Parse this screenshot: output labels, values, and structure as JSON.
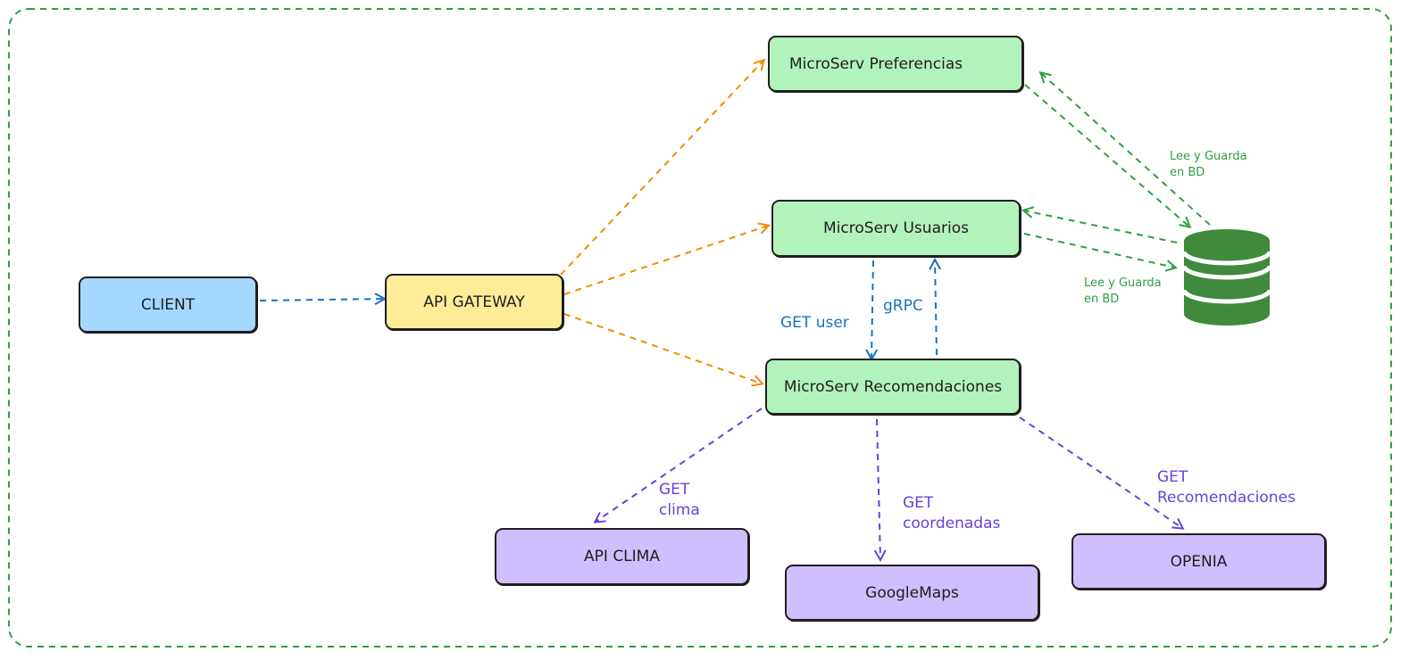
{
  "colors": {
    "boundary": "#2f9e44",
    "orange_edge": "#f08c00",
    "blue_edge": "#1971c2",
    "purple_edge": "#6741d9",
    "green_edge": "#2f9e44",
    "client_fill": "#a5d8ff",
    "gateway_fill": "#ffec99",
    "service_fill": "#b2f2bb",
    "external_fill": "#d0bfff",
    "database_fill": "#3f8a3c"
  },
  "nodes": {
    "client": "CLIENT",
    "gateway": "API GATEWAY",
    "preferencias": "MicroServ Preferencias",
    "usuarios": "MicroServ Usuarios",
    "recomendaciones": "MicroServ Recomendaciones",
    "api_clima": "API CLIMA",
    "googlemaps": "GoogleMaps",
    "openia": "OPENIA"
  },
  "database_icon": "database-icon",
  "edge_labels": {
    "get_user": "GET user",
    "grpc": "gRPC",
    "get_clima": "GET\nclima",
    "get_coordenadas": "GET\ncoordenadas",
    "get_recomendaciones": "GET\nRecomendaciones",
    "db_preferencias": "Lee y Guarda\nen BD",
    "db_usuarios": "Lee y Guarda\nen BD"
  }
}
